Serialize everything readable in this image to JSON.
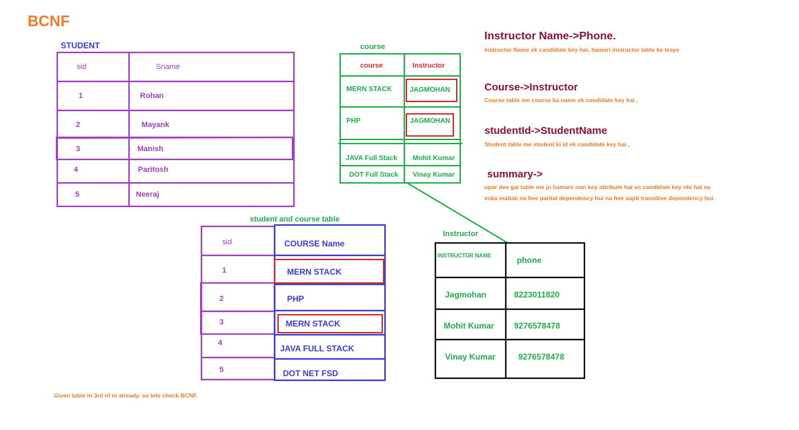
{
  "title": "BCNF",
  "student_table": {
    "caption": "STUDENT",
    "headers": [
      "sid",
      "Sname"
    ],
    "rows": [
      [
        "1",
        "Rohan"
      ],
      [
        "2",
        "Mayank"
      ],
      [
        "3",
        "Manish"
      ],
      [
        "4",
        "Paritosh"
      ],
      [
        "5",
        "Neeraj"
      ]
    ]
  },
  "course_table": {
    "caption": "course",
    "headers": [
      "course",
      "Instructor"
    ],
    "rows": [
      [
        "MERN STACK",
        "JAGMOHAN"
      ],
      [
        "PHP",
        "JAGMOHAN"
      ],
      [
        "JAVA Full Stack",
        "Mohit Kumar"
      ],
      [
        "DOT Full Stack",
        "Vinay Kumar"
      ]
    ]
  },
  "student_course_table": {
    "caption": "student and course table",
    "headers": [
      "sid",
      "COURSE Name"
    ],
    "rows": [
      [
        "1",
        "MERN STACK"
      ],
      [
        "2",
        "PHP"
      ],
      [
        "3",
        "MERN STACK"
      ],
      [
        "4",
        "JAVA FULL STACK"
      ],
      [
        "5",
        "DOT NET FSD"
      ]
    ]
  },
  "instructor_table": {
    "caption": "Instructor",
    "headers": [
      "INSTRUCTOR NAME",
      "phone"
    ],
    "rows": [
      [
        "Jagmohan",
        "8223011820"
      ],
      [
        "Mohit Kumar",
        "9276578478"
      ],
      [
        "Vinay Kumar",
        "9276578478"
      ]
    ]
  },
  "notes": {
    "n1_heading": "Instructor Name->Phone.",
    "n1_text": "Instructor Name ek candidate key hai, hamari instructor table ke leaye",
    "n2_heading": "Course->Instructor",
    "n2_text": "Course table me course ka name ek candidate key hai ,",
    "n3_heading": "studentId->StudentName",
    "n3_text": "Student table me student ki id ek candidate key hai ,",
    "n4_heading": "summary->",
    "n4_line1": "upar dee gai table me jo hamare non key attribute hai vo candidate key nhi hai so",
    "n4_line2": "eska matlab na hee partial dependency hui na hee aapti transitive dependency hui."
  },
  "footer": "Given table in 3rd nf in already. so lets check BCNF.",
  "colors": {
    "title": "#f07a28",
    "purple": "#a040c0",
    "green": "#1fae48",
    "blue": "#3b3bd6",
    "red": "#d22b2b",
    "maroon": "#8a1130",
    "orange": "#f07a28"
  }
}
